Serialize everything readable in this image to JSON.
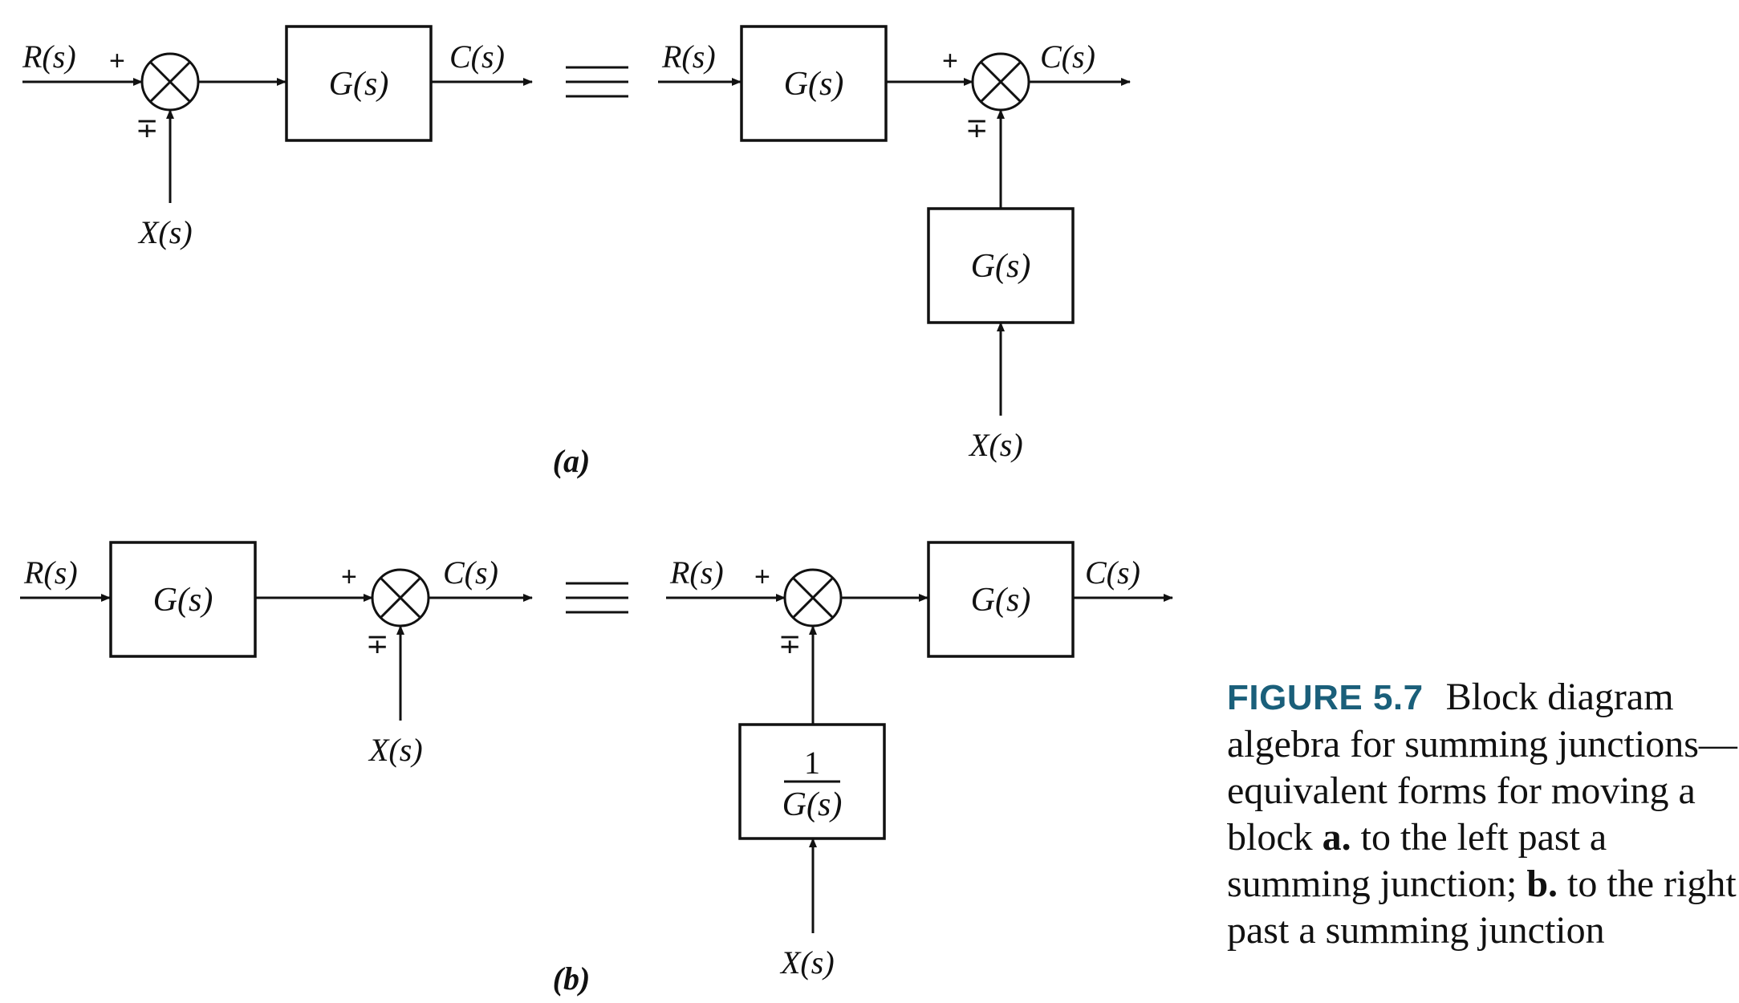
{
  "diagram": {
    "signals": {
      "input": "R(s)",
      "output": "C(s)",
      "disturbance": "X(s)"
    },
    "blocks": {
      "plant": "G(s)",
      "inverse_numerator": "1",
      "inverse_denominator": "G(s)"
    },
    "signs": {
      "plus": "+",
      "minus_plus": "∓"
    },
    "equivalence_symbol": "≡",
    "parts": {
      "a": "(a)",
      "b": "(b)"
    }
  },
  "caption": {
    "label": "FIGURE 5.7",
    "text_1": "Block diagram algebra for summing junctions—equivalent forms for moving a block ",
    "a_marker": "a.",
    "text_2": " to the left past a summing junction; ",
    "b_marker": "b.",
    "text_3": " to the right past a summing junction"
  },
  "colors": {
    "caption_label": "#1a5f7a",
    "ink": "#111111"
  }
}
